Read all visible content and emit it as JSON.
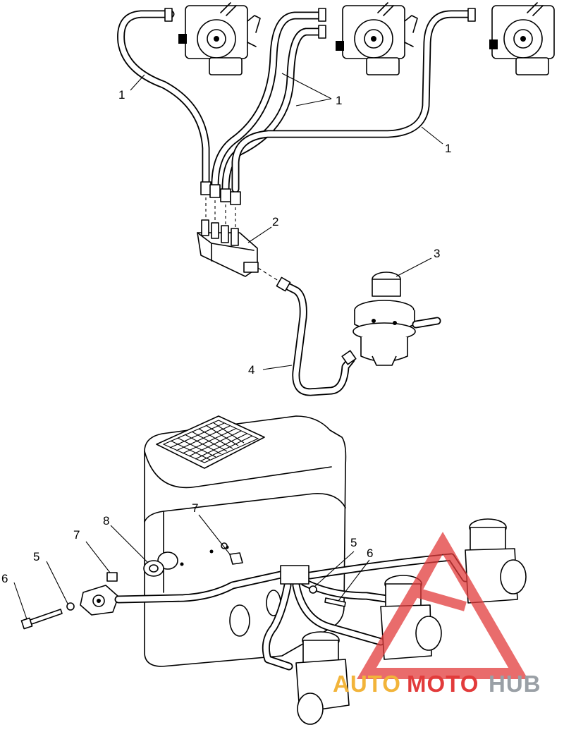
{
  "callouts": {
    "c1a": "1",
    "c1b": "1",
    "c1c": "1",
    "c2": "2",
    "c3": "3",
    "c4": "4",
    "c5a": "5",
    "c5b": "5",
    "c6a": "6",
    "c6b": "6",
    "c7a": "7",
    "c7b": "7",
    "c8": "8"
  },
  "watermark": {
    "part1": "AUTO",
    "part2": "MOTO",
    "part3": "HUB",
    "colors": {
      "auto": "#f2b43a",
      "moto": "#e23b3b",
      "hub": "#9aa0a6",
      "logo": "#e23b3b"
    }
  }
}
